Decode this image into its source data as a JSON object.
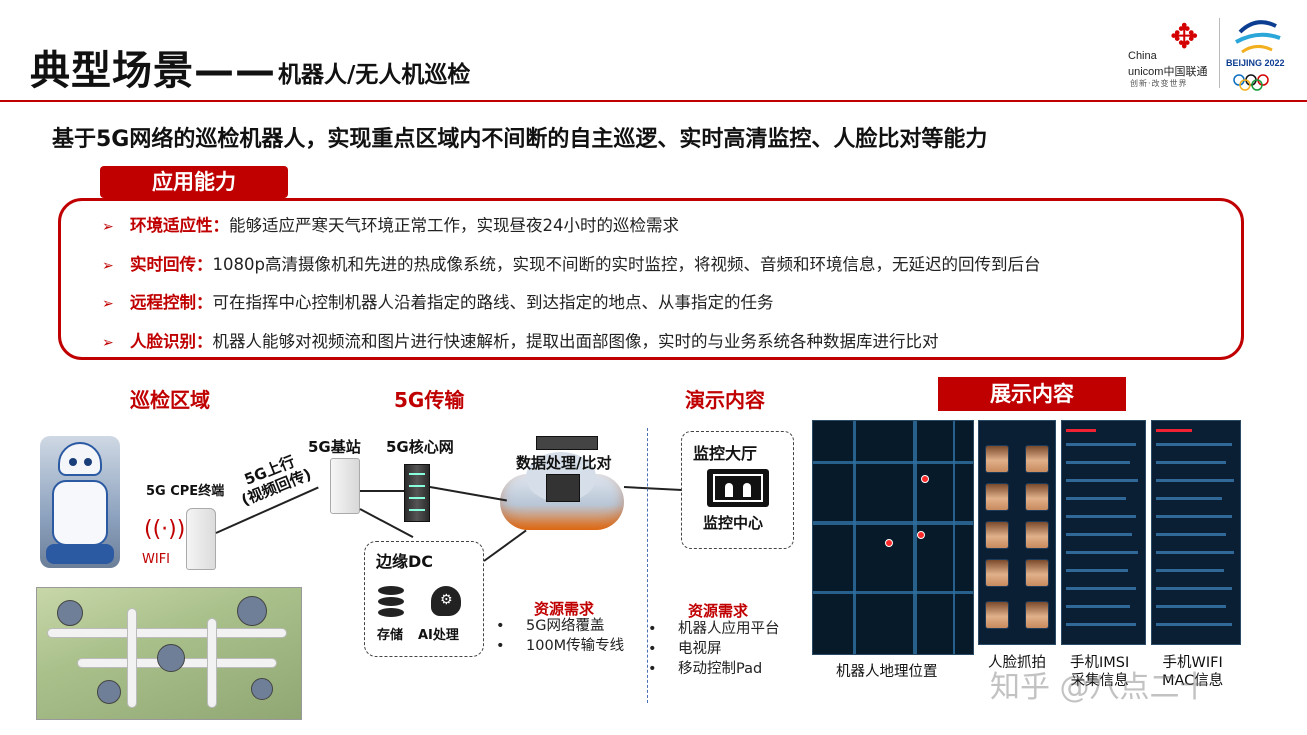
{
  "header": {
    "title_main": "典型场景——",
    "title_sub": "机器人/无人机巡检",
    "logo_unicom_en1": "China",
    "logo_unicom_en2": "unicom中国联通",
    "logo_unicom_slogan": "创新·改变世界",
    "logo_olympics": "BEIJING 2022"
  },
  "subtitle": "基于5G网络的巡检机器人，实现重点区域内不间断的自主巡逻、实时高清监控、人脸比对等能力",
  "capabilities": {
    "tag": "应用能力",
    "items": [
      {
        "label": "环境适应性：",
        "text": "能够适应严寒天气环境正常工作，实现昼夜24小时的巡检需求"
      },
      {
        "label": "实时回传：",
        "text": "1080p高清摄像机和先进的热成像系统，实现不间断的实时监控，将视频、音频和环境信息，无延迟的回传到后台"
      },
      {
        "label": "远程控制：",
        "text": "可在指挥中心控制机器人沿着指定的路线、到达指定的地点、从事指定的任务"
      },
      {
        "label": "人脸识别：",
        "text": "机器人能够对视频流和图片进行快速解析，提取出面部图像，实时的与业务系统各种数据库进行比对"
      }
    ]
  },
  "sections": {
    "patrol": "巡检区域",
    "transport": "5G传输",
    "demo": "演示内容",
    "display": "展示内容"
  },
  "diagram": {
    "cpe": "5G CPE终端",
    "wifi": "WIFI",
    "uplink": "5G上行",
    "uplink_note": "(视频回传)",
    "bts": "5G基站",
    "core": "5G核心网",
    "cloud": "数据处理/比对",
    "edge_dc": "边缘DC",
    "storage": "存储",
    "ai": "AI处理",
    "monitor_hall": "监控大厅",
    "monitor_center": "监控中心"
  },
  "resources_transport": {
    "head": "资源需求",
    "items": [
      "5G网络覆盖",
      "100M传输专线"
    ]
  },
  "resources_demo": {
    "head": "资源需求",
    "items": [
      "机器人应用平台",
      "电视屏",
      "移动控制Pad"
    ]
  },
  "display_captions": {
    "map": "机器人地理位置",
    "face": "人脸抓拍",
    "imsi_1": "手机IMSI",
    "imsi_2": "采集信息",
    "wifi_1": "手机WIFI",
    "wifi_2": "MAC信息"
  },
  "watermark": "知乎 @八点二十",
  "colors": {
    "accent": "#c00000",
    "dark_panel": "#0a1f33"
  }
}
